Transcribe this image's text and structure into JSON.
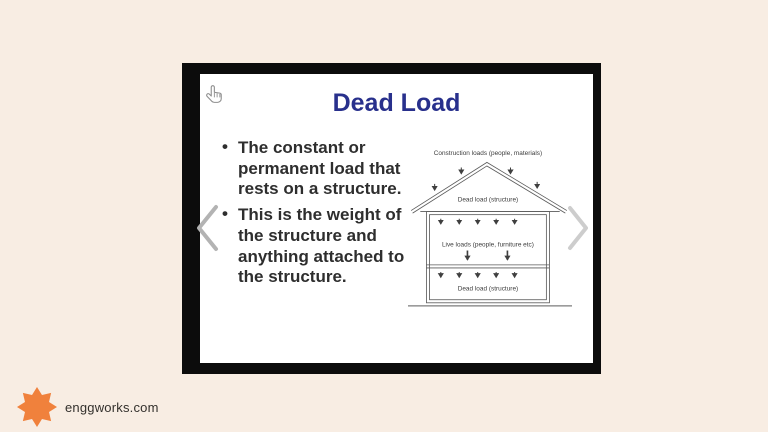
{
  "page": {
    "background_color": "#f8ede3",
    "frame_color": "#0c0c0c"
  },
  "slide": {
    "title": "Dead Load",
    "title_color": "#28308c",
    "bullets": [
      "The constant or permanent load that rests on a structure.",
      "This is the weight of the structure and anything attached to the structure."
    ],
    "diagram": {
      "construction_label": "Construction loads (people, materials)",
      "roof_dead_label": "Dead load (structure)",
      "live_label": "Live loads (people, furniture etc)",
      "floor_dead_label": "Dead load (structure)"
    }
  },
  "nav": {
    "prev_icon": "chevron-left",
    "next_icon": "chevron-right"
  },
  "logo": {
    "text": "enggworks.com",
    "star_color": "#f0813c"
  }
}
